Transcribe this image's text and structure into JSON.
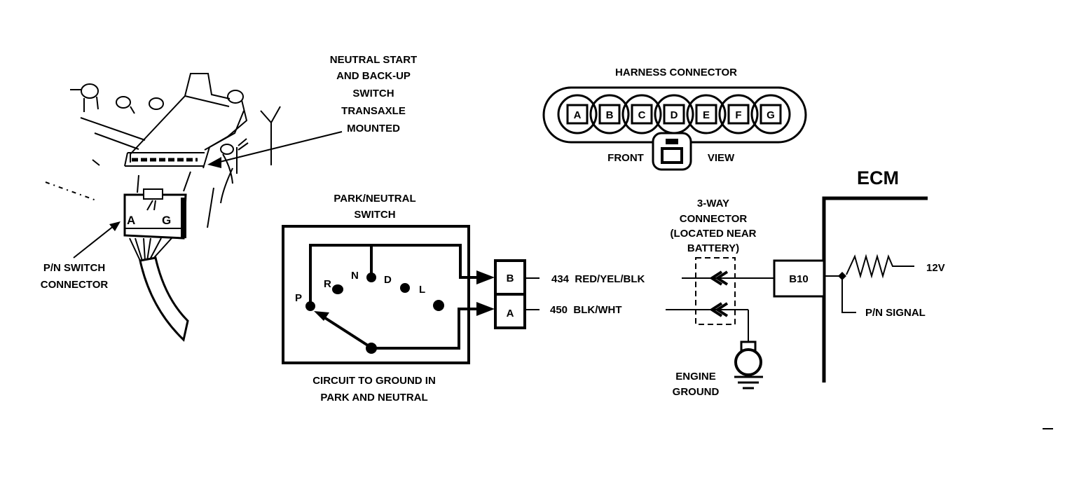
{
  "diagram": {
    "transaxle_callout": {
      "lines": [
        "NEUTRAL START",
        "AND BACK-UP",
        "SWITCH",
        "TRANSAXLE",
        "MOUNTED"
      ]
    },
    "pn_connector_callout": {
      "lines": [
        "P/N SWITCH",
        "CONNECTOR"
      ],
      "pin_labels": [
        "A",
        "G"
      ]
    },
    "harness_connector": {
      "title": "HARNESS CONNECTOR",
      "pins": [
        "A",
        "B",
        "C",
        "D",
        "E",
        "F",
        "G"
      ],
      "front_label": "FRONT",
      "view_label": "VIEW"
    },
    "park_neutral_switch": {
      "title_lines": [
        "PARK/NEUTRAL",
        "SWITCH"
      ],
      "positions": [
        "P",
        "R",
        "N",
        "D",
        "L"
      ],
      "caption_lines": [
        "CIRCUIT TO GROUND IN",
        "PARK AND NEUTRAL"
      ],
      "terminals": [
        "B",
        "A"
      ]
    },
    "wires": [
      {
        "terminal": "B",
        "label": "434  RED/YEL/BLK"
      },
      {
        "terminal": "A",
        "label": "450  BLK/WHT"
      }
    ],
    "three_way_connector": {
      "lines": [
        "3-WAY",
        "CONNECTOR",
        "(LOCATED NEAR",
        "BATTERY)"
      ]
    },
    "engine_ground": {
      "lines": [
        "ENGINE",
        "GROUND"
      ]
    },
    "ecm": {
      "title": "ECM",
      "pin": "B10",
      "voltage": "12V",
      "signal_label": "P/N SIGNAL"
    }
  }
}
